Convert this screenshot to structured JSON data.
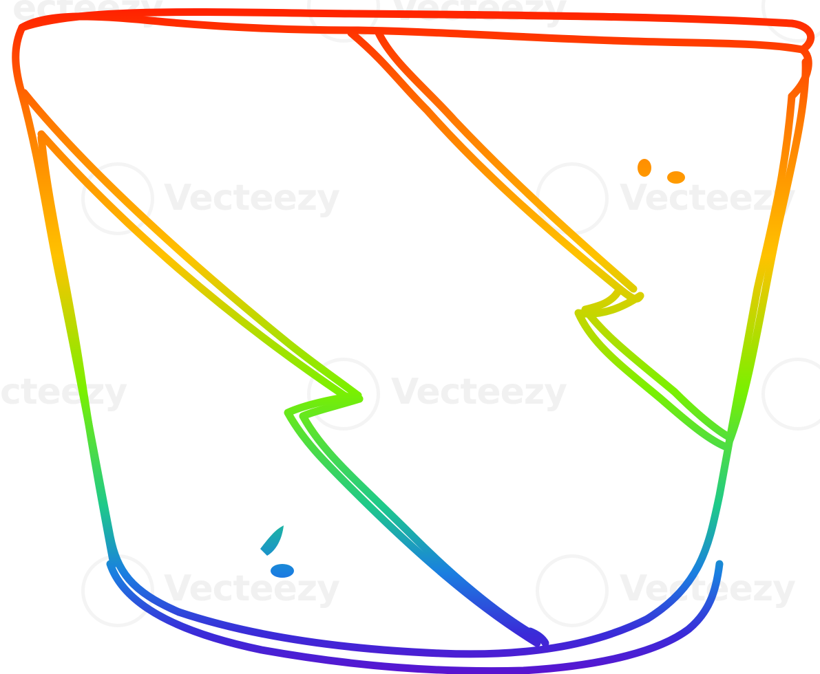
{
  "illustration": {
    "subject": "pot-with-lightning-crack",
    "stroke_gradient": [
      "#ff1a00",
      "#ff7a00",
      "#ffc200",
      "#7af000",
      "#1ec98a",
      "#1a7fe0",
      "#3a2bd8",
      "#5a14d0"
    ],
    "background": "#ffffff"
  },
  "watermark": {
    "text": "Vecteezy",
    "text_partial_top_left": "ecteezy",
    "text_partial_middle_left": "cteezy",
    "logo_icon": "vecteezy-logo-icon"
  }
}
